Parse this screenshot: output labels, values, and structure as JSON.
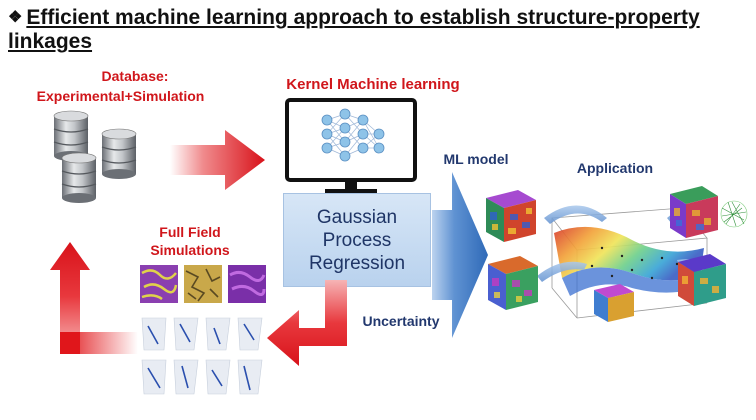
{
  "title": {
    "bullet": "❖",
    "text": "Efficient machine learning approach to establish structure-property linkages"
  },
  "labels": {
    "database": "Database:",
    "database_sub": "Experimental+Simulation",
    "kernel_ml": "Kernel Machine learning",
    "ml_model": "ML model",
    "application": "Application",
    "full_field": "Full Field",
    "full_field_sub": "Simulations",
    "uncertainty": "Uncertainty"
  },
  "gpr": {
    "line1": "Gaussian",
    "line2": "Process",
    "line3": "Regression"
  },
  "colors": {
    "red_label": "#d0161b",
    "blue_label": "#22386e",
    "arrow_red": "#e0161b",
    "arrow_blue": "#3b78c4"
  }
}
